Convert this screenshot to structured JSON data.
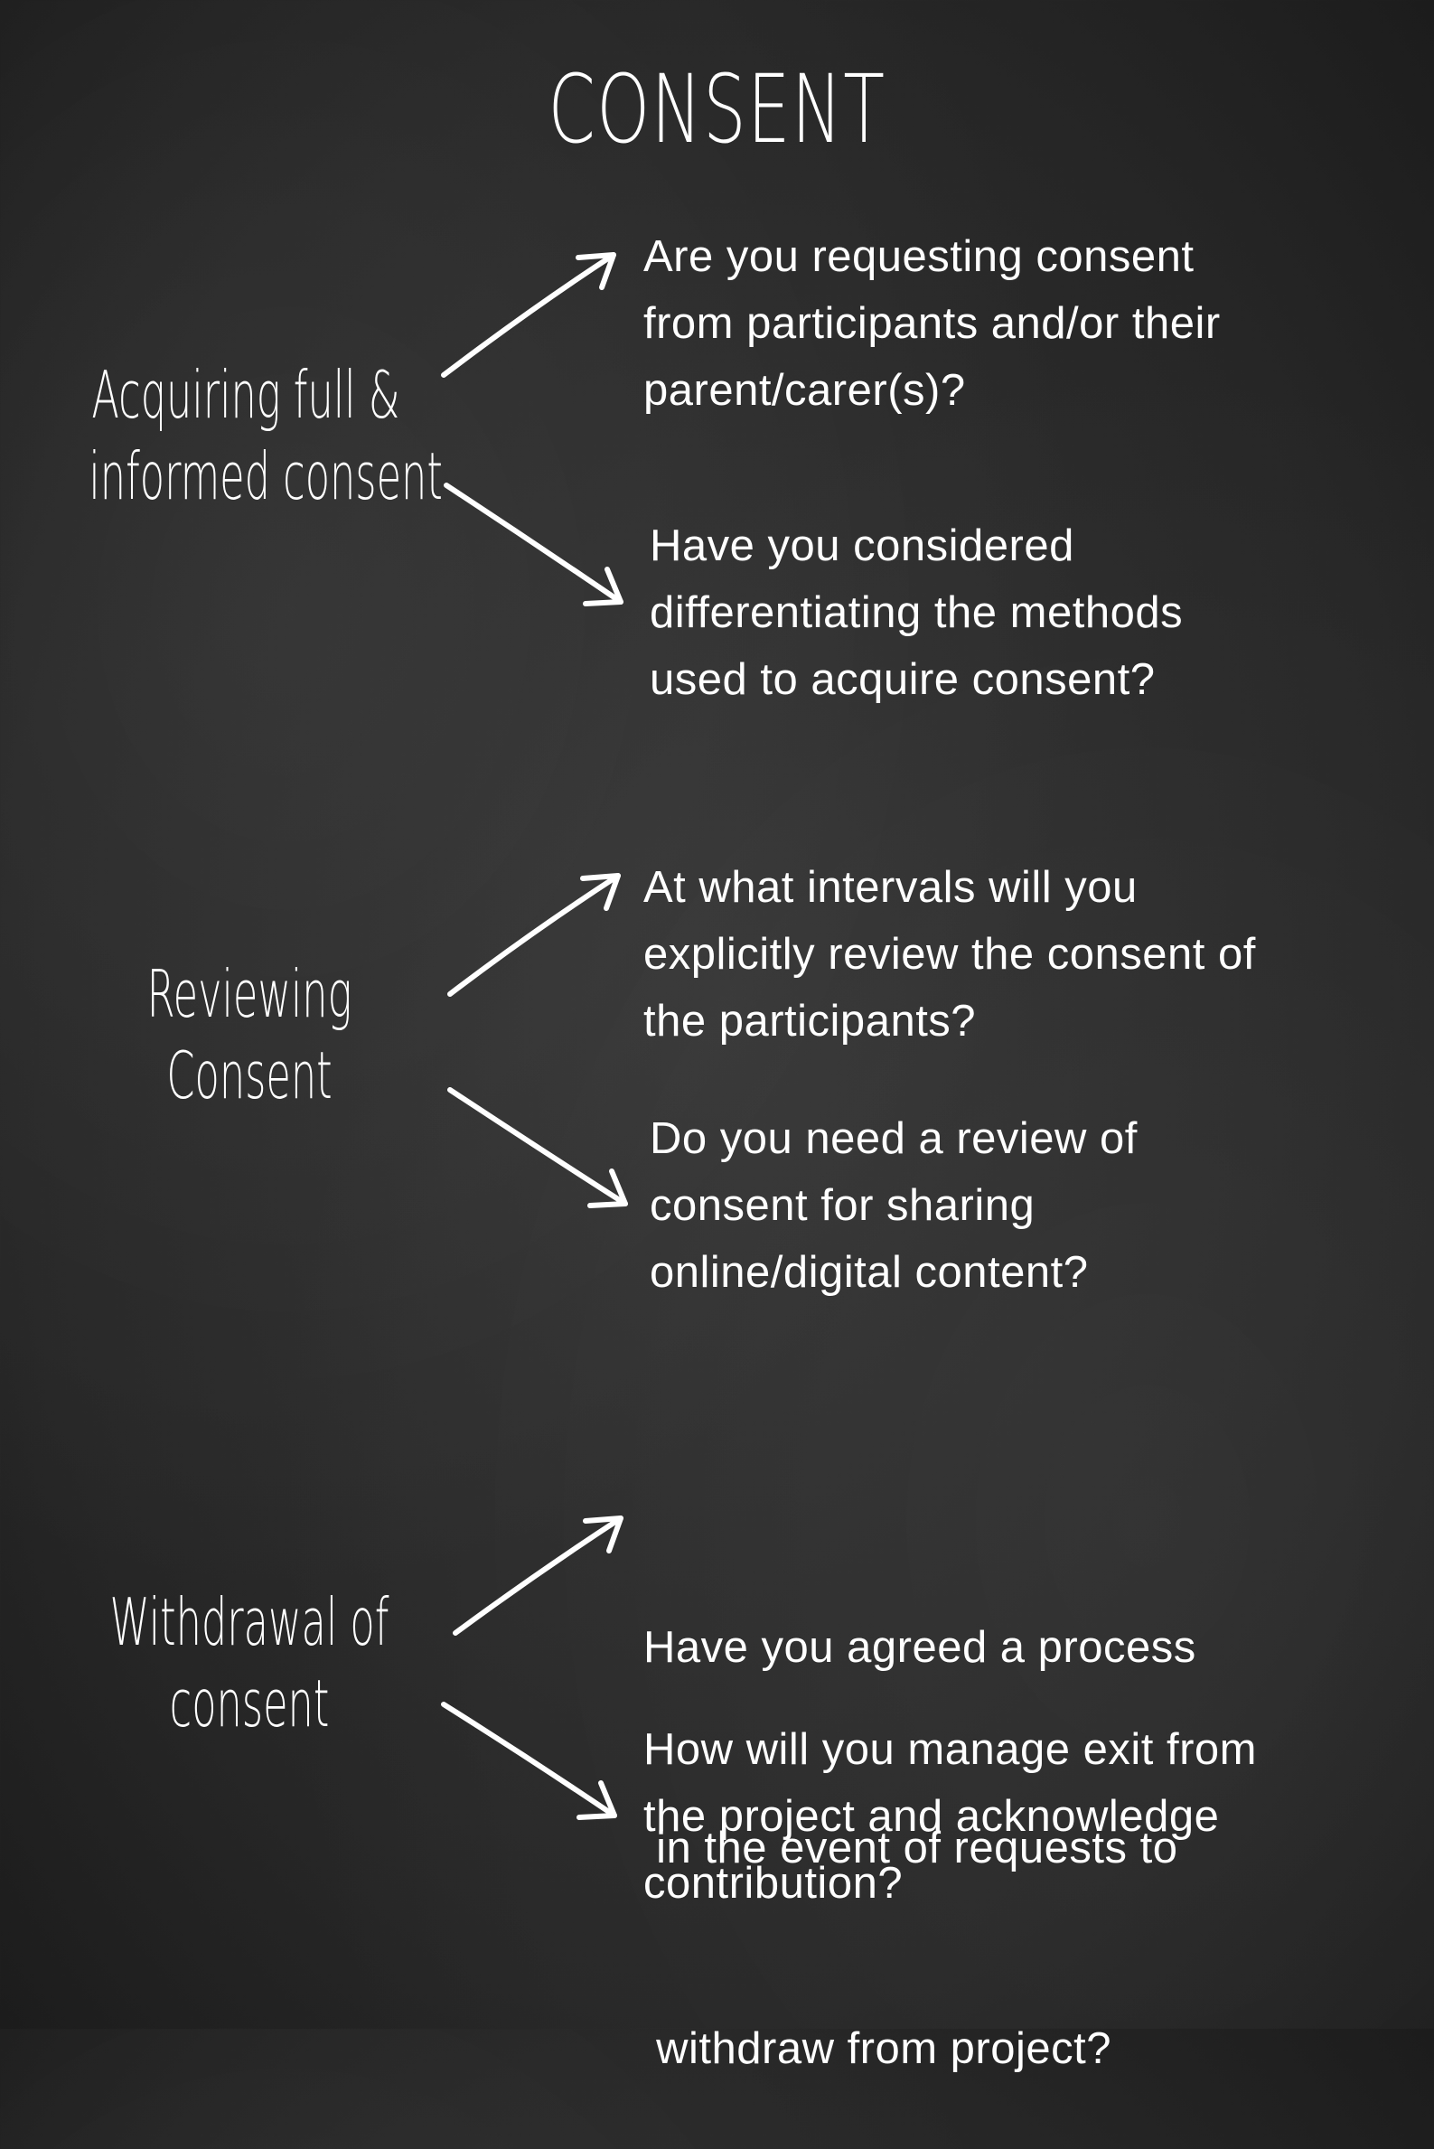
{
  "title": "CONSENT",
  "sections": [
    {
      "label": [
        "Acquiring full &",
        "informed consent"
      ],
      "questions": [
        [
          "Are you requesting consent",
          "from participants and/or their",
          "parent/carer(s)?"
        ],
        [
          "Have you considered",
          "differentiating the methods",
          "used to acquire consent?"
        ]
      ]
    },
    {
      "label": [
        "Reviewing",
        "Consent"
      ],
      "questions": [
        [
          "At what intervals will you",
          "explicitly review the consent of",
          "the participants?"
        ],
        [
          "Do you need a review of",
          "consent for sharing",
          "online/digital content?"
        ]
      ]
    },
    {
      "label": [
        "Withdrawal of",
        "consent"
      ],
      "questions": [
        [
          "Have you agreed a process",
          " in the event of requests to",
          " withdraw from project?"
        ],
        [
          "How will you manage exit from",
          "the project and acknowledge",
          "contribution?"
        ]
      ]
    }
  ]
}
